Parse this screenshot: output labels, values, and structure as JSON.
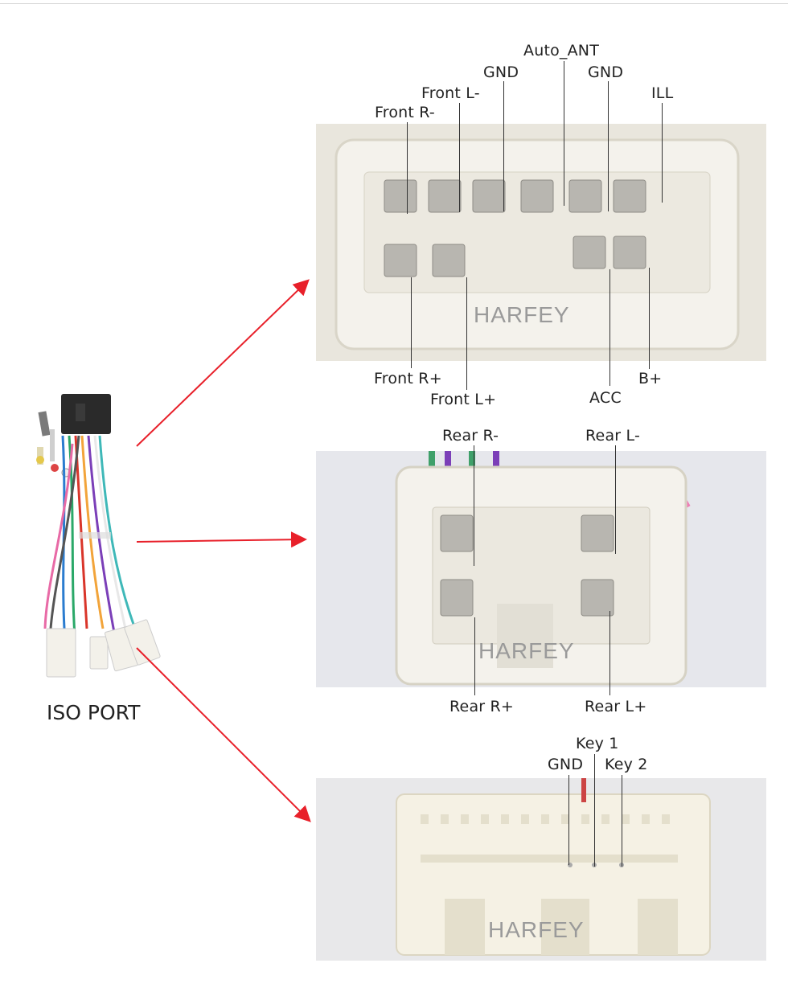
{
  "iso_label": "ISO PORT",
  "watermark": "HARFEY",
  "panel1": {
    "top_labels": [
      "Auto_ANT",
      "GND",
      "GND",
      "Front L-",
      "ILL",
      "Front R-"
    ],
    "bottom_labels": [
      "Front R+",
      "Front L+",
      "ACC",
      "B+"
    ]
  },
  "panel2": {
    "top_labels": [
      "Rear R-",
      "Rear L-"
    ],
    "bottom_labels": [
      "Rear R+",
      "Rear L+"
    ]
  },
  "panel3": {
    "top_labels": [
      "Key 1",
      "GND",
      "Key 2"
    ]
  },
  "colors": {
    "arrow": "#e8202a",
    "connector": "#f4f2ec"
  }
}
